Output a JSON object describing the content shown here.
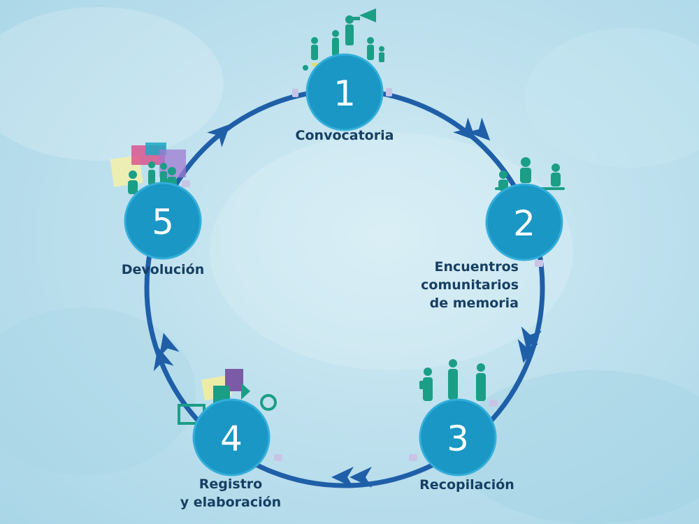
{
  "colors": {
    "ring": "#1f5fa8",
    "node": "#1a97c4",
    "node_border": "#33aedb",
    "label_text": "#163f63",
    "figures": "#1b9e86",
    "ring_joint": "#c8c4e6"
  },
  "steps": [
    {
      "number": "1",
      "label": "Convocatoria",
      "icon": "people-megaphone-icon"
    },
    {
      "number": "2",
      "label": "Encuentros\ncomunitarios\nde memoria",
      "icon": "seated-people-icon"
    },
    {
      "number": "3",
      "label": "Recopilación",
      "icon": "interview-camera-icon"
    },
    {
      "number": "4",
      "label": "Registro\ny elaboración",
      "icon": "documents-folder-icon"
    },
    {
      "number": "5",
      "label": "Devolución",
      "icon": "family-presentation-icon"
    }
  ]
}
